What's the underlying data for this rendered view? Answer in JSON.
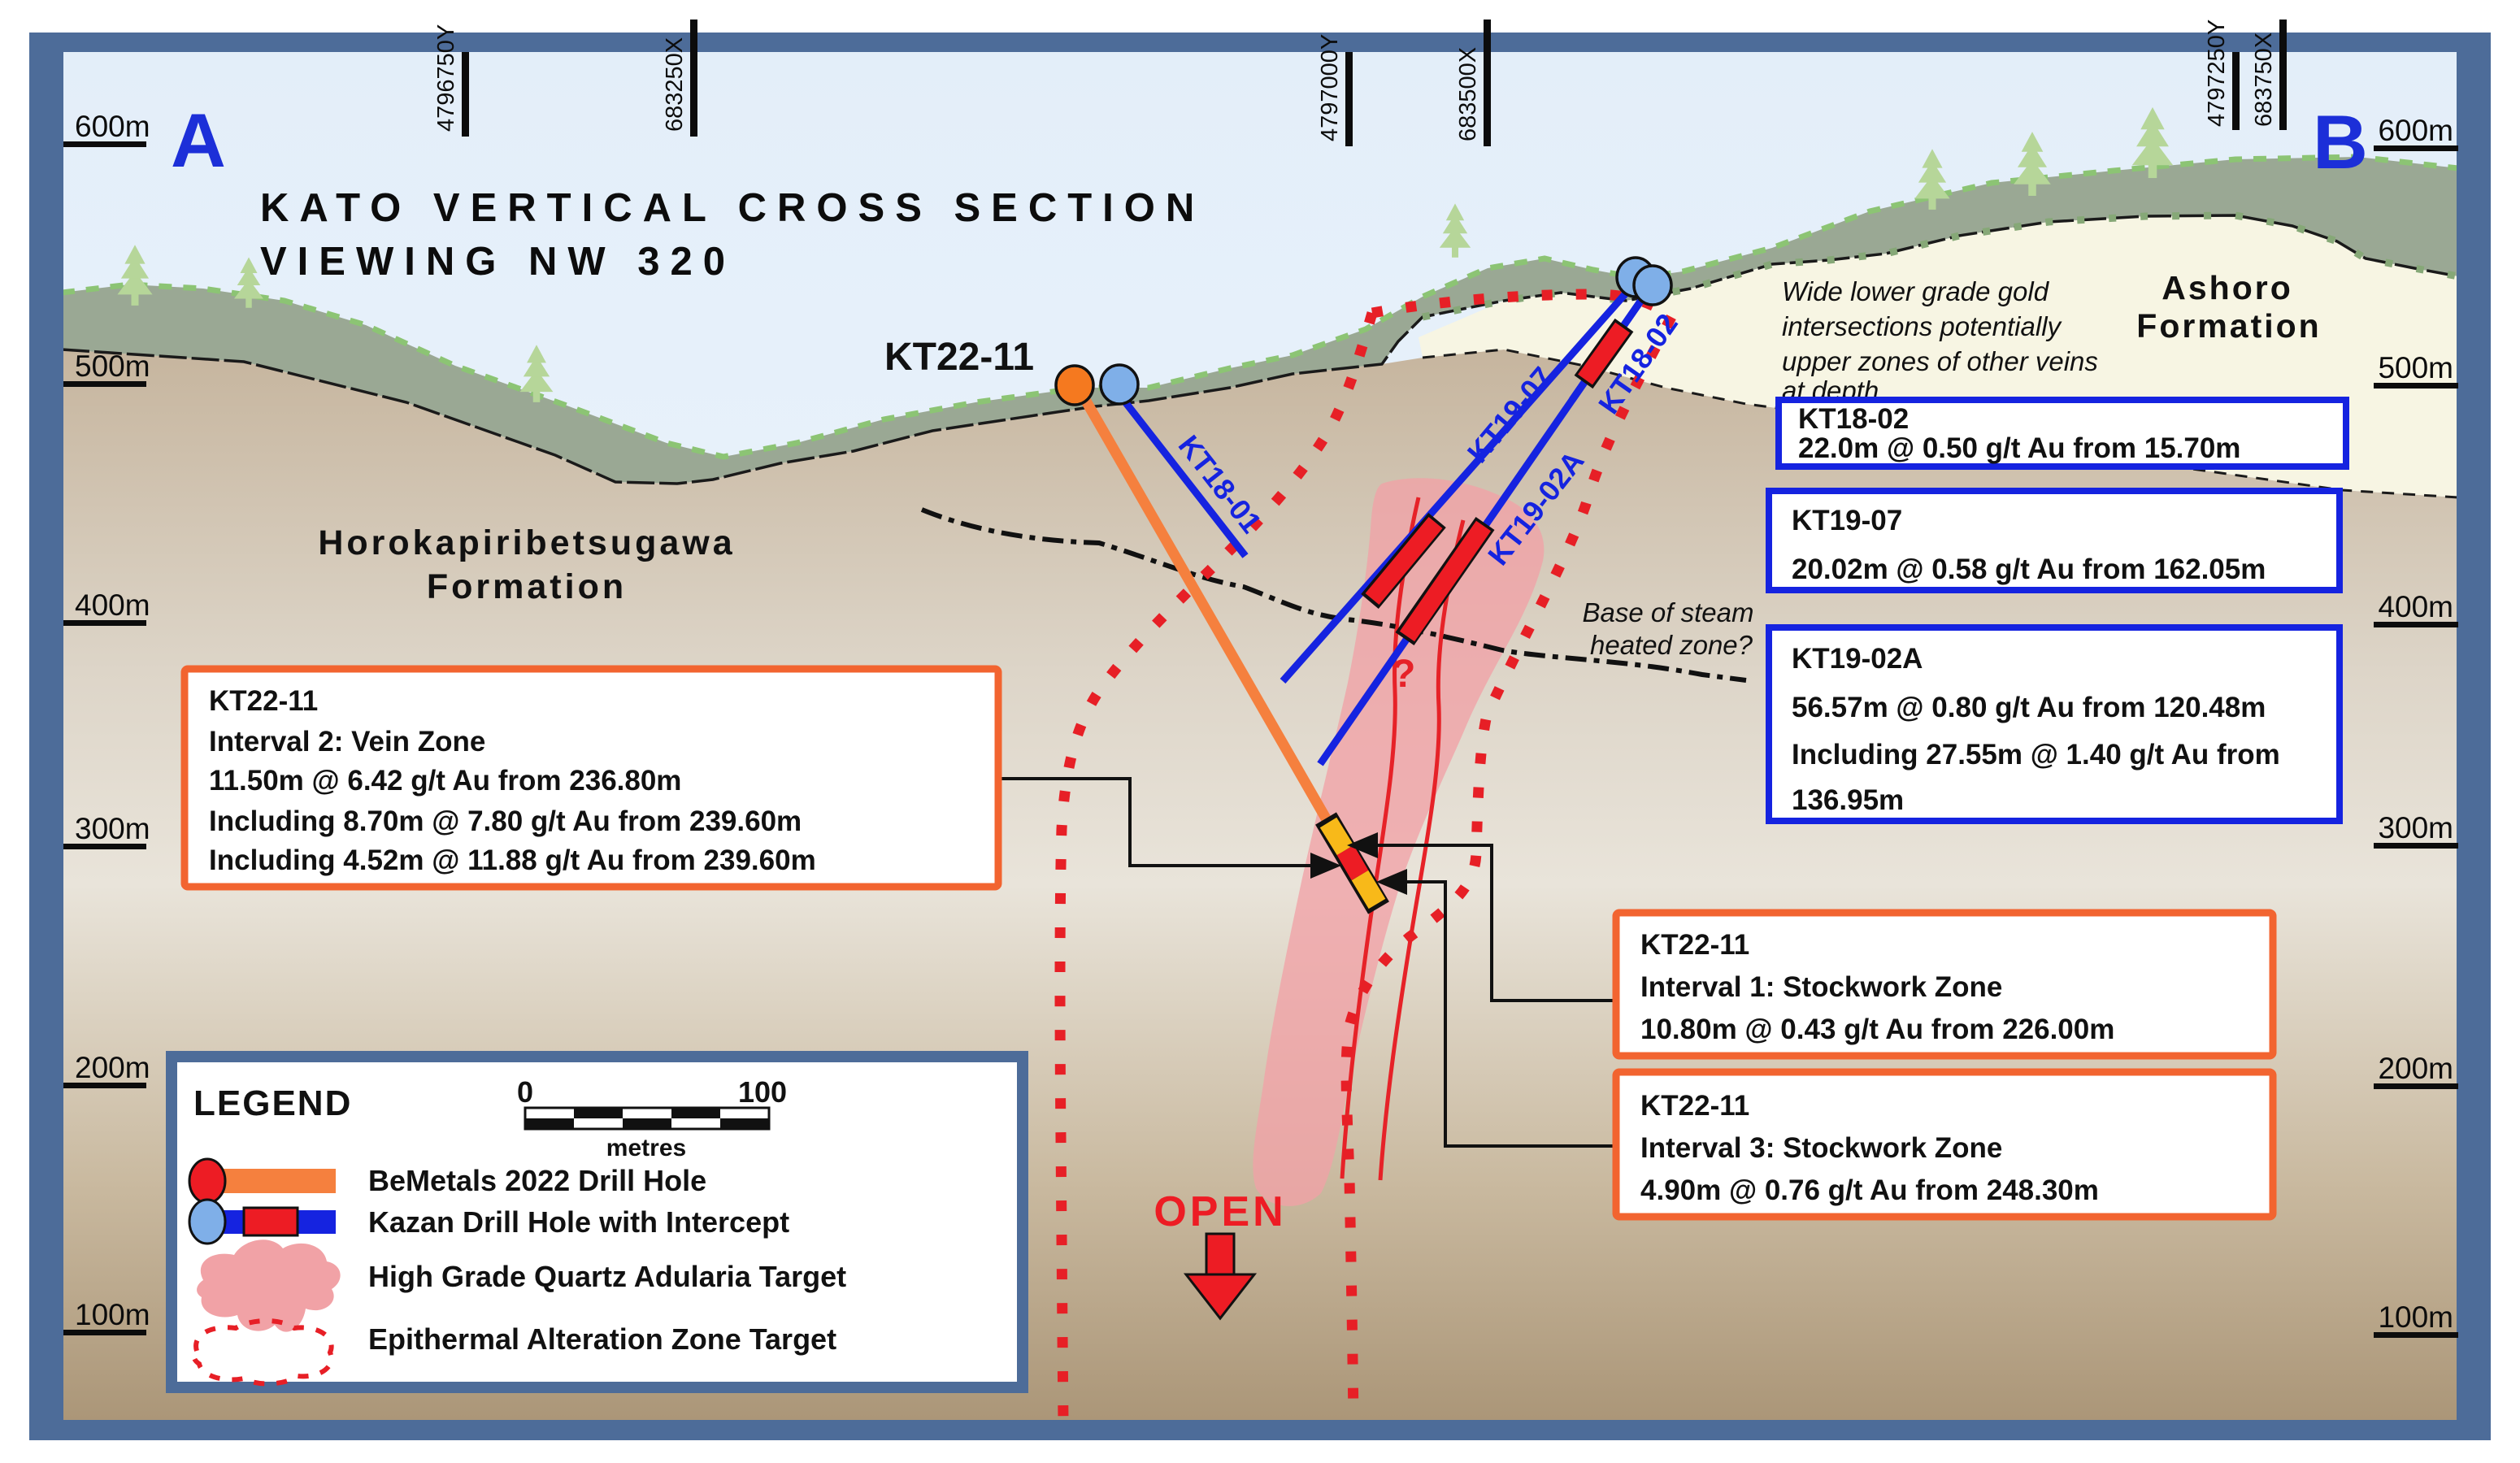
{
  "title": {
    "line1": "KATO VERTICAL CROSS SECTION",
    "line2": "VIEWING NW 320"
  },
  "section_endpoints": {
    "left": "A",
    "right": "B"
  },
  "elevation_labels": {
    "left": [
      "600m",
      "500m",
      "400m",
      "300m",
      "200m",
      "100m"
    ],
    "right": [
      "600m",
      "500m",
      "400m",
      "300m",
      "200m",
      "100m"
    ]
  },
  "grid_coordinates": {
    "c1": "4796750Y",
    "c2": "683250X",
    "c3": "4797000Y",
    "c4": "683500X",
    "c5": "4797250Y",
    "c6": "683750X"
  },
  "formations": {
    "left": {
      "line1": "Horokapiribetsugawa",
      "line2": "Formation"
    },
    "right": {
      "line1": "Ashoro",
      "line2": "Formation"
    }
  },
  "drill_hole_labels": {
    "kt22_11": "KT22-11",
    "kt18_01": "KT18-01",
    "kt19_07": "KT19-07",
    "kt19_02a": "KT19-02A",
    "kt18_02": "KT18-02"
  },
  "notes": {
    "depth_note": {
      "line1": "Wide lower grade gold",
      "line2": "intersections potentially",
      "line3": "upper zones of other veins",
      "line4": "at depth"
    },
    "steam_note": {
      "line1": "Base of steam",
      "line2": "heated zone?"
    },
    "question_mark": "?",
    "open_label": "OPEN"
  },
  "result_boxes": {
    "kt18_02": {
      "title": "KT18-02",
      "line1": "22.0m @ 0.50 g/t Au from 15.70m"
    },
    "kt19_07": {
      "title": "KT19-07",
      "line1": "20.02m @ 0.58 g/t Au from 162.05m"
    },
    "kt19_02a": {
      "title": "KT19-02A",
      "line1": "56.57m @ 0.80 g/t Au from 120.48m",
      "line2": "Including 27.55m @ 1.40 g/t Au from",
      "line3": "136.95m"
    },
    "kt22_11_int2": {
      "title": "KT22-11",
      "line1": "Interval 2: Vein Zone",
      "line2": "11.50m @ 6.42 g/t Au from 236.80m",
      "line3": "Including 8.70m @ 7.80 g/t Au from 239.60m",
      "line4": "Including 4.52m @ 11.88 g/t Au from 239.60m"
    },
    "kt22_11_int1": {
      "title": "KT22-11",
      "line1": "Interval 1: Stockwork Zone",
      "line2": "10.80m @ 0.43 g/t Au from 226.00m"
    },
    "kt22_11_int3": {
      "title": "KT22-11",
      "line1": "Interval 3: Stockwork Zone",
      "line2": "4.90m @ 0.76 g/t Au from 248.30m"
    }
  },
  "legend": {
    "title": "LEGEND",
    "scale_bar": {
      "start": "0",
      "end": "100",
      "unit": "metres"
    },
    "items": {
      "item1": "BeMetals 2022 Drill Hole",
      "item2": "Kazan Drill Hole with Intercept",
      "item3": "High Grade Quartz Adularia Target",
      "item4": "Epithermal Alteration Zone Target"
    }
  },
  "colors": {
    "frame": "#4d6c99",
    "blue_box_border": "#1523e0",
    "orange_box_border": "#f26430",
    "drill_blue": "#1523e0",
    "drill_orange": "#f5803e",
    "intercept_red": "#ed1c24",
    "collar_light_blue": "#7fafe8",
    "collar_orange": "#f5791f",
    "alteration_dotted_red": "#e71f26",
    "high_grade_pink": "#f1a2a6",
    "vegetation_band": "#9aa894",
    "ashoro_cream": "#f7f5e3",
    "tree_green": "#b6d699",
    "sky_blue": "#e7f1fa",
    "ground_tan": "#c3b29b"
  }
}
